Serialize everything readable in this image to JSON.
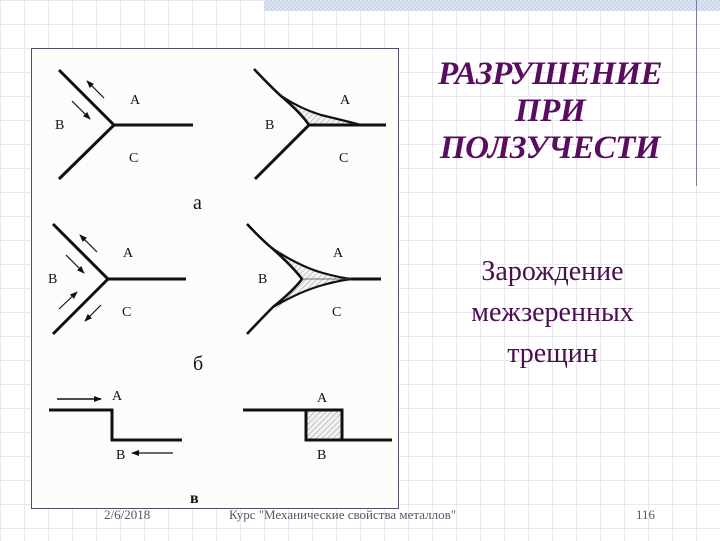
{
  "slide": {
    "title_lines": [
      "РАЗРУШЕНИЕ",
      "ПРИ",
      "ПОЛЗУЧЕСТИ"
    ],
    "subtitle_lines": [
      "Зарождение",
      "межзеренных",
      "трещин"
    ],
    "colors": {
      "title": "#5a0d5e",
      "subtitle": "#4a0f4e",
      "grid": "#e8e8ee",
      "panel_border": "#4f4f6a",
      "top_band": "#dfe6f4"
    }
  },
  "figure": {
    "panels": [
      {
        "id": "a1",
        "labels": {
          "a": "A",
          "b": "B",
          "c": "C"
        }
      },
      {
        "id": "a2",
        "labels": {
          "a": "A",
          "b": "B",
          "c": "C"
        }
      },
      {
        "id": "b1",
        "labels": {
          "a": "A",
          "b": "B",
          "c": "C"
        }
      },
      {
        "id": "b2",
        "labels": {
          "a": "A",
          "b": "B",
          "c": "C"
        }
      },
      {
        "id": "v1",
        "labels": {
          "a": "A",
          "b": "B"
        }
      },
      {
        "id": "v2",
        "labels": {
          "a": "A",
          "b": "B"
        }
      }
    ],
    "row_captions": [
      "а",
      "б",
      "в"
    ]
  },
  "footer": {
    "date": "2/6/2018",
    "course": "Курс \"Механические свойства металлов\"",
    "page_number": "116"
  }
}
